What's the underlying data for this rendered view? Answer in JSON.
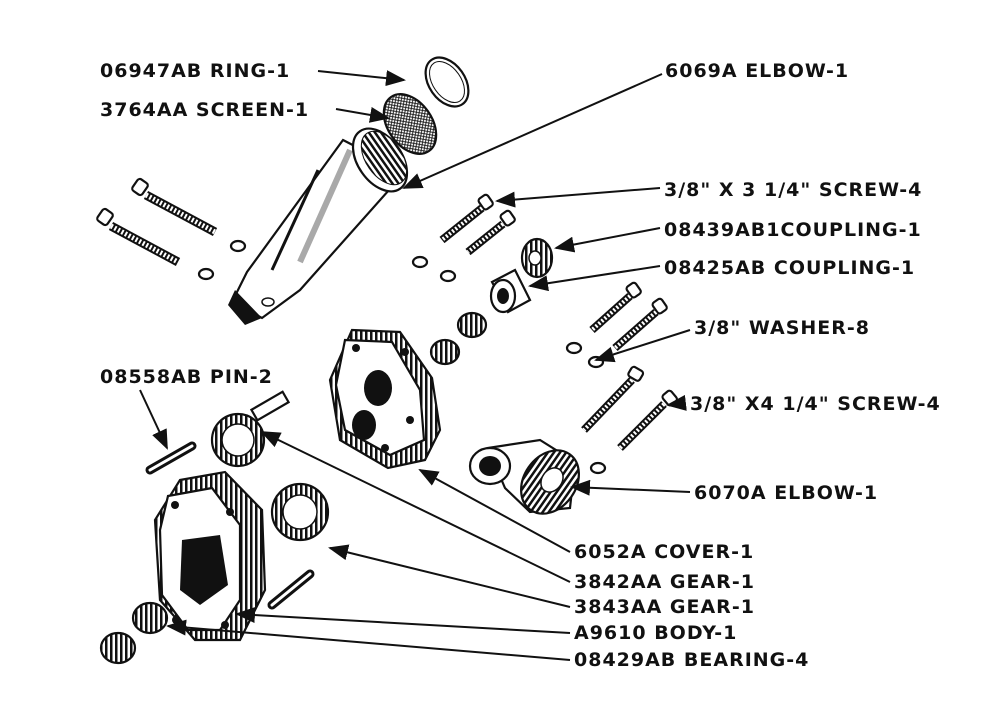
{
  "colors": {
    "ink": "#111111",
    "paper": "#ffffff",
    "shade": "#3a3a3a"
  },
  "labels": {
    "ring": "06947AB RING-1",
    "screen": "3764AA SCREEN-1",
    "elbow_6069": "6069A ELBOW-1",
    "screw_3_25": "3/8\" X 3 1/4\" SCREW-4",
    "coupling_08439": "08439AB1COUPLING-1",
    "coupling_08425": "08425AB COUPLING-1",
    "washer": "3/8\" WASHER-8",
    "pin": "08558AB PIN-2",
    "screw_4_25": "3/8\" X4 1/4\" SCREW-4",
    "elbow_6070": "6070A ELBOW-1",
    "cover": "6052A COVER-1",
    "gear_3842": "3842AA GEAR-1",
    "gear_3843": "3843AA GEAR-1",
    "body": "A9610 BODY-1",
    "bearing": "08429AB BEARING-4"
  }
}
